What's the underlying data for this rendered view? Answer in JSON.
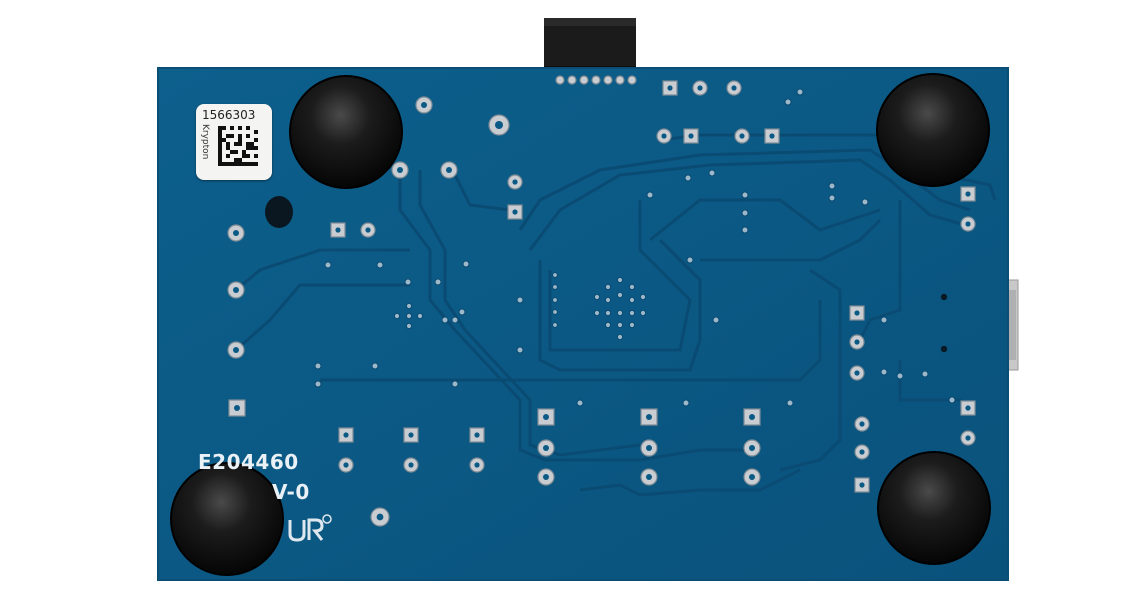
{
  "board": {
    "pcb_color": "#0b5a86",
    "sticker": {
      "serial": "1566303",
      "brand": "Krypton"
    },
    "silkscreen": {
      "cert_number": "E204460",
      "flame_rating": "V-0"
    },
    "certification_mark": "UR-recognized-component-mark"
  }
}
